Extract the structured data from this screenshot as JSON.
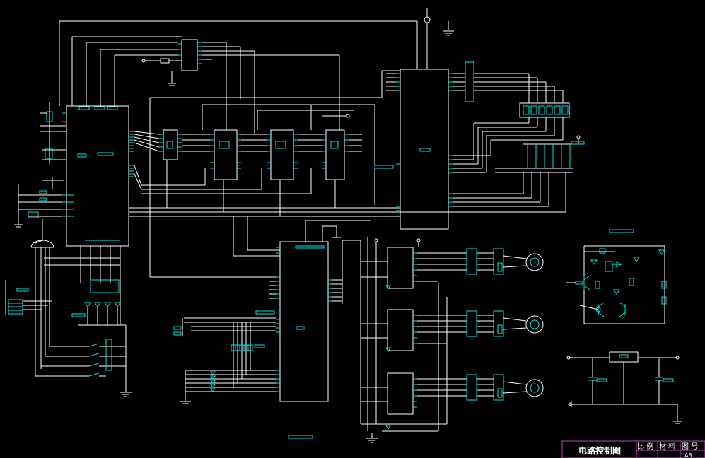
{
  "title_block": {
    "drawing_title": "电路控制图",
    "scale_label": "比 例",
    "material_label": "材 料",
    "drawing_no_label": "图 号",
    "sheet_size": "A8"
  },
  "colors": {
    "background": "#000000",
    "wire": "#ffffff",
    "component": "#00e5e5",
    "title_border": "#c040c0"
  },
  "icons": [
    "ground-icon",
    "vcc-terminal-icon",
    "motor-icon",
    "seven-segment-display-icon",
    "diode-icon",
    "transistor-icon",
    "resistor-icon",
    "capacitor-icon",
    "switch-icon",
    "connector-icon"
  ]
}
